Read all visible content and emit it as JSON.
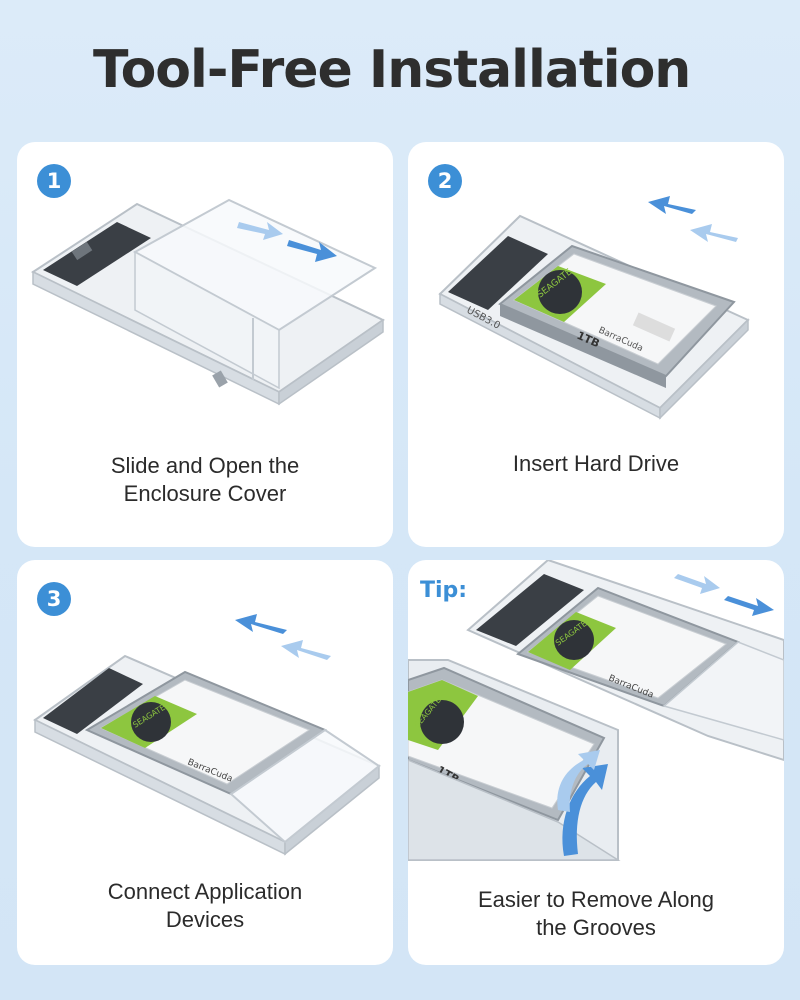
{
  "title": "Tool-Free Installation",
  "steps": [
    {
      "number": "1",
      "caption": "Slide and Open the\nEnclosure Cover"
    },
    {
      "number": "2",
      "caption": "Insert Hard Drive"
    },
    {
      "number": "3",
      "caption": "Connect Application\nDevices"
    }
  ],
  "tip": {
    "label": "Tip:",
    "caption": "Easier to Remove Along\nthe Grooves"
  },
  "drive": {
    "brand": "SEAGATE",
    "model": "BarraCuda",
    "capacity": "1TB",
    "port": "USB3.0"
  },
  "colors": {
    "accent": "#3c8fd6",
    "arrow": "#4a90d9",
    "arrow_light": "#a9cbee",
    "label_green": "#8dc63f"
  }
}
